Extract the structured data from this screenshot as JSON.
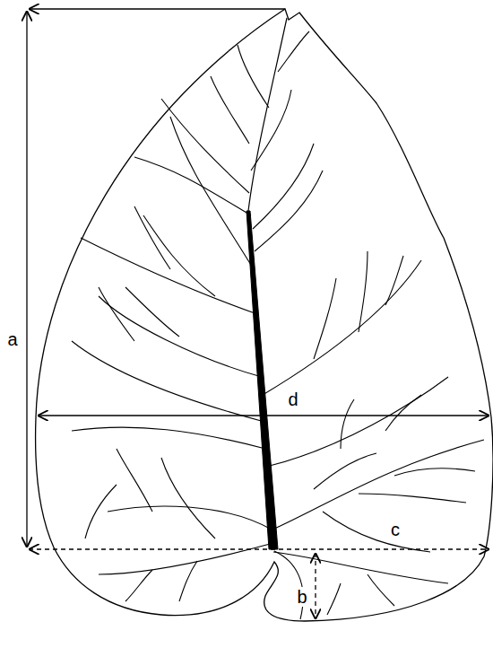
{
  "diagram": {
    "labels": [
      "a",
      "d",
      "c",
      "b"
    ]
  }
}
